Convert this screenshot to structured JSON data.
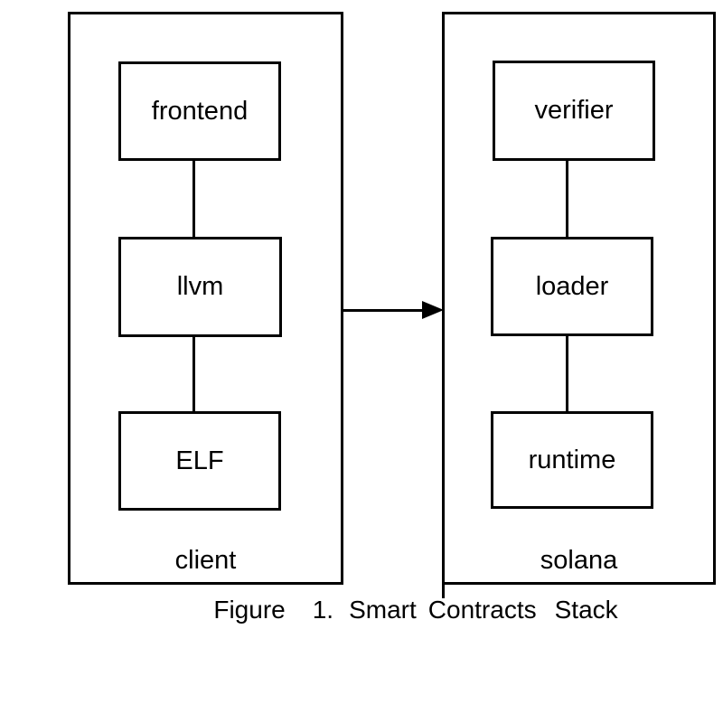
{
  "figure": {
    "colors": {
      "line": "#000000",
      "background": "#ffffff",
      "text": "#000000"
    },
    "containers": [
      {
        "label": "client",
        "nodes": [
          {
            "label": "frontend"
          },
          {
            "label": "llvm"
          },
          {
            "label": "ELF"
          }
        ]
      },
      {
        "label": "solana",
        "nodes": [
          {
            "label": "verifier"
          },
          {
            "label": "loader"
          },
          {
            "label": "runtime"
          }
        ]
      }
    ],
    "arrow": {
      "from": "client",
      "to": "solana",
      "direction": "right"
    },
    "caption": {
      "text": "Figure 1. Smart Contracts Stack",
      "words": [
        "Figure",
        "1.",
        "Smart",
        "Contracts",
        "Stack"
      ]
    }
  }
}
